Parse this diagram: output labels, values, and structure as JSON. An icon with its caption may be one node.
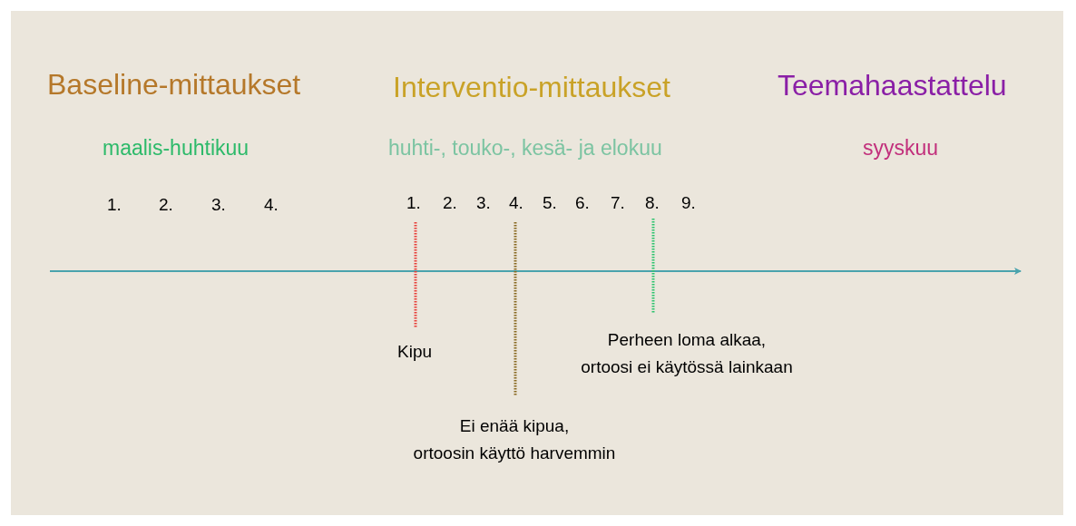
{
  "diagram": {
    "labels": [
      "Baseline-mittaukset",
      "Interventio-mittaukset",
      "Teemahaastattelu",
      "maalis-huhtikuu",
      "huhti-, touko-, kesä- ja elokuu",
      "syyskuu",
      "1.",
      "2.",
      "3.",
      "4.",
      "1.",
      "2.",
      "3.",
      "4.",
      "5.",
      "6.",
      "7.",
      "8.",
      "9.",
      "Perheen loma alkaa, ortoosi ei käytössä lainkaan",
      "Kipu",
      "Ei enää kipua, ortoosin käyttö harvemmin"
    ]
  }
}
